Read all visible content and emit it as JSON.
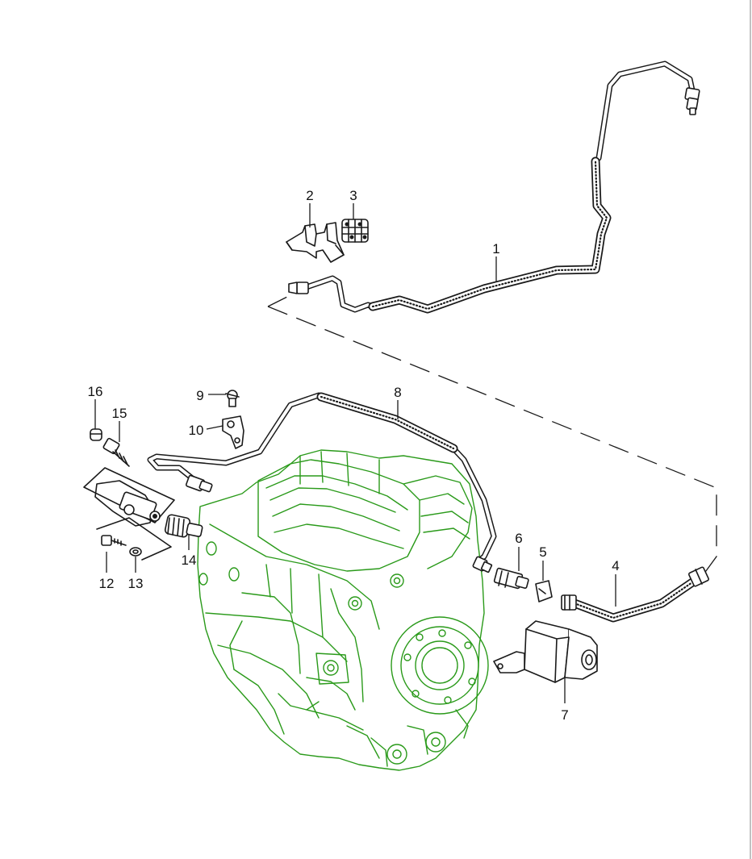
{
  "diagram": {
    "callouts": [
      {
        "id": "1",
        "text": "1"
      },
      {
        "id": "2",
        "text": "2"
      },
      {
        "id": "3",
        "text": "3"
      },
      {
        "id": "4",
        "text": "4"
      },
      {
        "id": "5",
        "text": "5"
      },
      {
        "id": "6",
        "text": "6"
      },
      {
        "id": "7",
        "text": "7"
      },
      {
        "id": "8",
        "text": "8"
      },
      {
        "id": "9",
        "text": "9"
      },
      {
        "id": "10",
        "text": "10"
      },
      {
        "id": "12",
        "text": "12"
      },
      {
        "id": "13",
        "text": "13"
      },
      {
        "id": "14",
        "text": "14"
      },
      {
        "id": "15",
        "text": "15"
      },
      {
        "id": "16",
        "text": "16"
      }
    ],
    "colors": {
      "line_art": "#1a1a1a",
      "transmission_housing": "#2a9a1a",
      "background": "#ffffff"
    }
  }
}
